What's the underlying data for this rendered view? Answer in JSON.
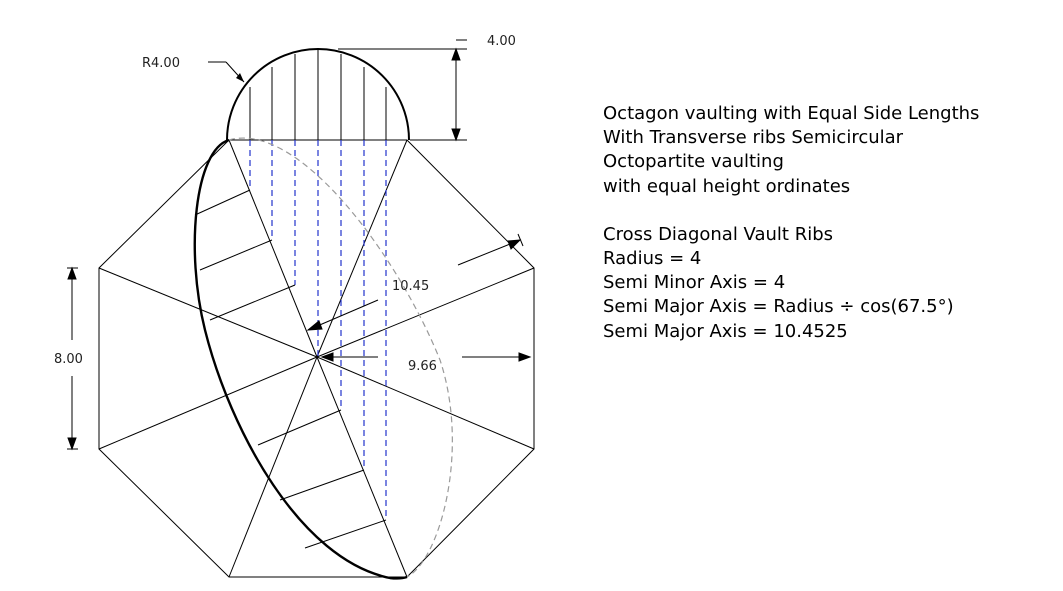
{
  "dimensions": {
    "radius_label": "R4.00",
    "rise_label": "4.00",
    "side_label": "8.00",
    "semi_major_label": "10.45",
    "apothem_label": "9.66"
  },
  "notes": {
    "heading_lines": [
      "Octagon vaulting  with Equal Side Lengths",
      "With Transverse ribs Semicircular",
      "Octopartite vaulting",
      "with equal height ordinates"
    ],
    "rib_lines": [
      "Cross Diagonal Vault Ribs",
      "Radius = 4",
      "Semi Minor Axis = 4",
      "Semi Major Axis = Radius ÷ cos(67.5°)",
      "Semi Major Axis = 10.4525"
    ]
  },
  "colors": {
    "line": "#000000",
    "ordinate_dashed": "#2233cc",
    "hidden_ellipse": "#9a9a9a"
  }
}
